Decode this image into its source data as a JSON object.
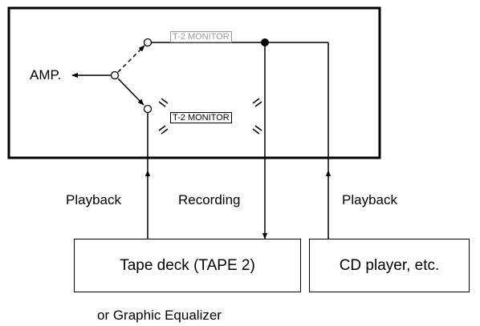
{
  "amp_label": "AMP.",
  "monitor_indicator_off": "T-2 MONITOR",
  "monitor_indicator_on": "T-2 MONITOR",
  "signal_labels": {
    "playback_left": "Playback",
    "recording": "Recording",
    "playback_right": "Playback"
  },
  "devices": {
    "tape_deck": "Tape deck (TAPE 2)",
    "cd_player": "CD player, etc."
  },
  "tape_deck_note": "or Graphic Equalizer"
}
